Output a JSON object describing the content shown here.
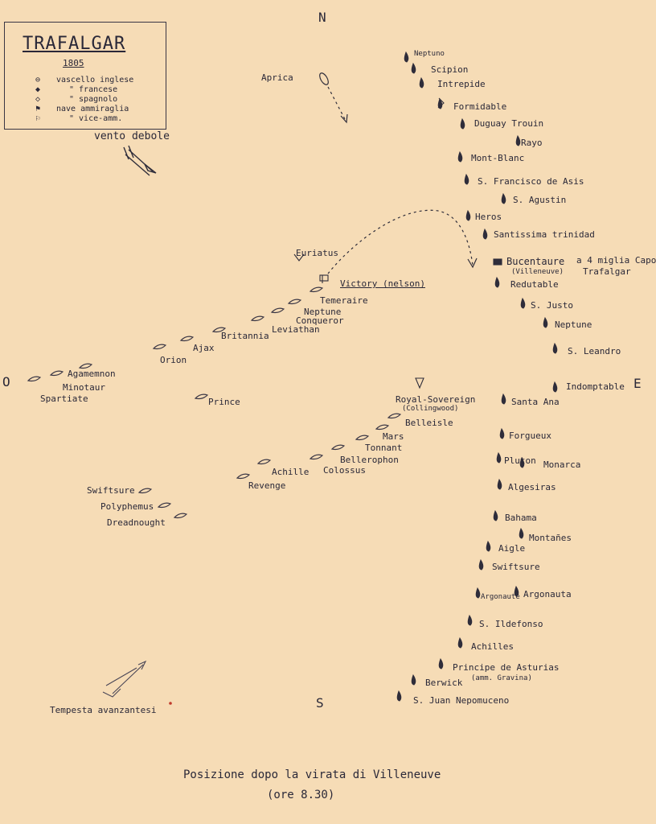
{
  "legend": {
    "title": "TRAFALGAR",
    "year": "1805",
    "items": [
      {
        "mark": "⊖",
        "label": "vascello inglese"
      },
      {
        "mark": "◆",
        "label": "\"   francese"
      },
      {
        "mark": "◇",
        "label": "\"   spagnolo"
      },
      {
        "mark": "⚑",
        "label": "nave ammiraglia"
      },
      {
        "mark": "⚐",
        "label": "\"   vice-amm."
      }
    ]
  },
  "compass": {
    "north": "N",
    "south": "S",
    "east": "E",
    "west": "O"
  },
  "wind_label": "vento debole",
  "storm_label": "Tempesta avanzantesi",
  "africa_label": "Aprica",
  "caption": {
    "line1": "Posizione dopo la virata di Villeneuve",
    "line2": "(ore 8.30)"
  },
  "trafalgar_note": {
    "line1": "a 4 miglia Capo",
    "line2": "Trafalgar"
  },
  "colors": {
    "paper": "#f6dcb6",
    "ink": "#2a2838",
    "pencil": "#4a4656"
  },
  "english_north_column": [
    "Euriatus",
    "Victory (nelson)",
    "Temeraire",
    "Neptune",
    "Conqueror",
    "Leviathan",
    "Britannia",
    "Ajax",
    "Orion",
    "Agamemnon",
    "Minotaur",
    "Spartiate",
    "Prince"
  ],
  "english_south_column": [
    "Royal-Sovereign",
    "(Collingwood)",
    "Belleisle",
    "Mars",
    "Tonnant",
    "Bellerophon",
    "Colossus",
    "Achille",
    "Revenge",
    "Swiftsure",
    "Polyphemus",
    "Dreadnought"
  ],
  "combined_fleet": [
    "Neptuno",
    "Scipion",
    "Intrepide",
    "Formidable",
    "Duguay Trouin",
    "Rayo",
    "Mont-Blanc",
    "S. Francisco de Asis",
    "S. Agustin",
    "Heros",
    "Santissima trinidad",
    "Bucentaure",
    "(Villeneuve)",
    "Redutable",
    "S. Justo",
    "Neptune",
    "S. Leandro",
    "Indomptable",
    "Santa Ana",
    "Forgueux",
    "Pluton",
    "Monarca",
    "Algesiras",
    "Bahama",
    "Montañes",
    "Aigle",
    "Swiftsure",
    "Argonaute",
    "Argonauta",
    "S. Ildefonso",
    "Achilles",
    "Principe de Asturias",
    "(amm. Gravina)",
    "Berwick",
    "S. Juan Nepomuceno"
  ]
}
